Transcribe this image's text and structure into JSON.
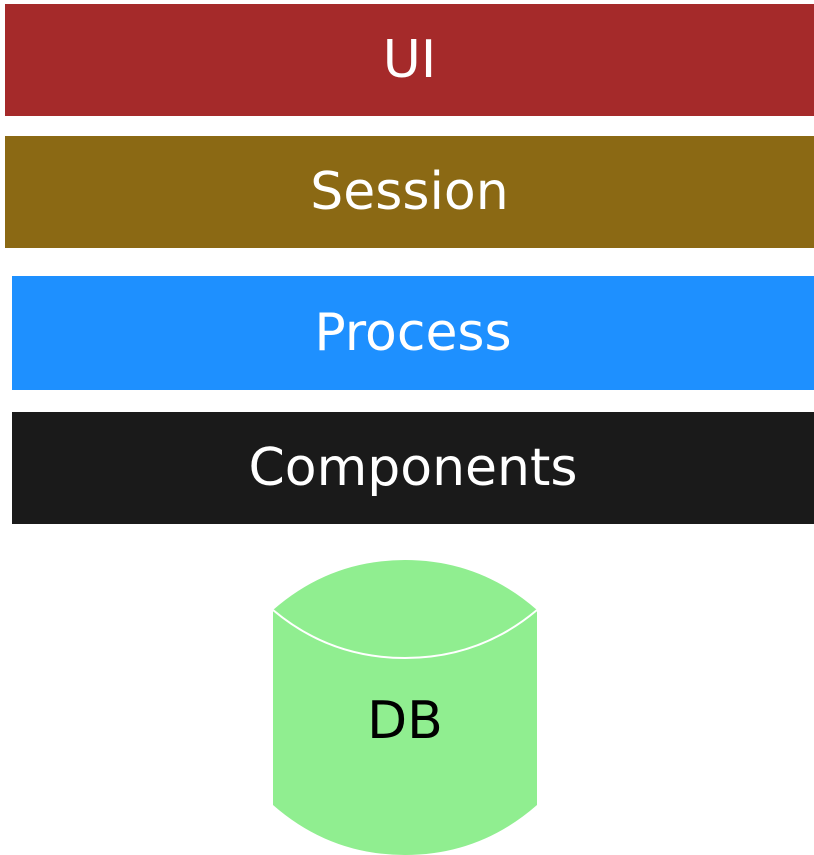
{
  "diagram": {
    "layers": [
      {
        "key": "ui",
        "label": "UI",
        "color": "#a52a2a"
      },
      {
        "key": "session",
        "label": "Session",
        "color": "#8b6914"
      },
      {
        "key": "process",
        "label": "Process",
        "color": "#1e90ff"
      },
      {
        "key": "components",
        "label": "Components",
        "color": "#1a1a1a"
      }
    ],
    "database": {
      "label": "DB",
      "fill": "#90ee90",
      "outline": "#ffffff",
      "text_color": "#000000"
    }
  }
}
